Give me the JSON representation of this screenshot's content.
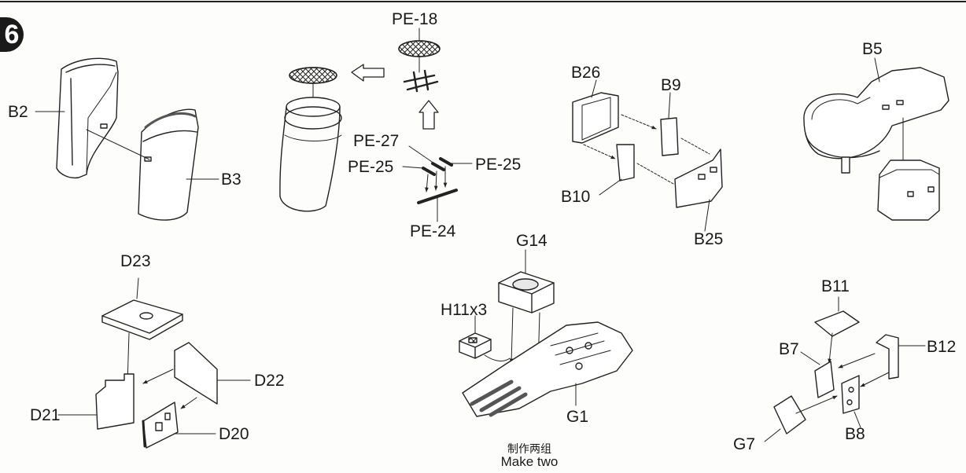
{
  "step": {
    "number": "6"
  },
  "labels": {
    "b2": "B2",
    "b3": "B3",
    "pe18": "PE-18",
    "pe27": "PE-27",
    "pe25_left": "PE-25",
    "pe25_right": "PE-25",
    "pe24": "PE-24",
    "b26": "B26",
    "b9": "B9",
    "b10": "B10",
    "b25": "B25",
    "b5": "B5",
    "d23": "D23",
    "d22": "D22",
    "d21": "D21",
    "d20": "D20",
    "g14": "G14",
    "h11x3": "H11x3",
    "g1": "G1",
    "b11": "B11",
    "b7": "B7",
    "b12": "B12",
    "b8": "B8",
    "g7": "G7"
  },
  "note": {
    "chinese": "制作两组",
    "english": "Make two"
  }
}
